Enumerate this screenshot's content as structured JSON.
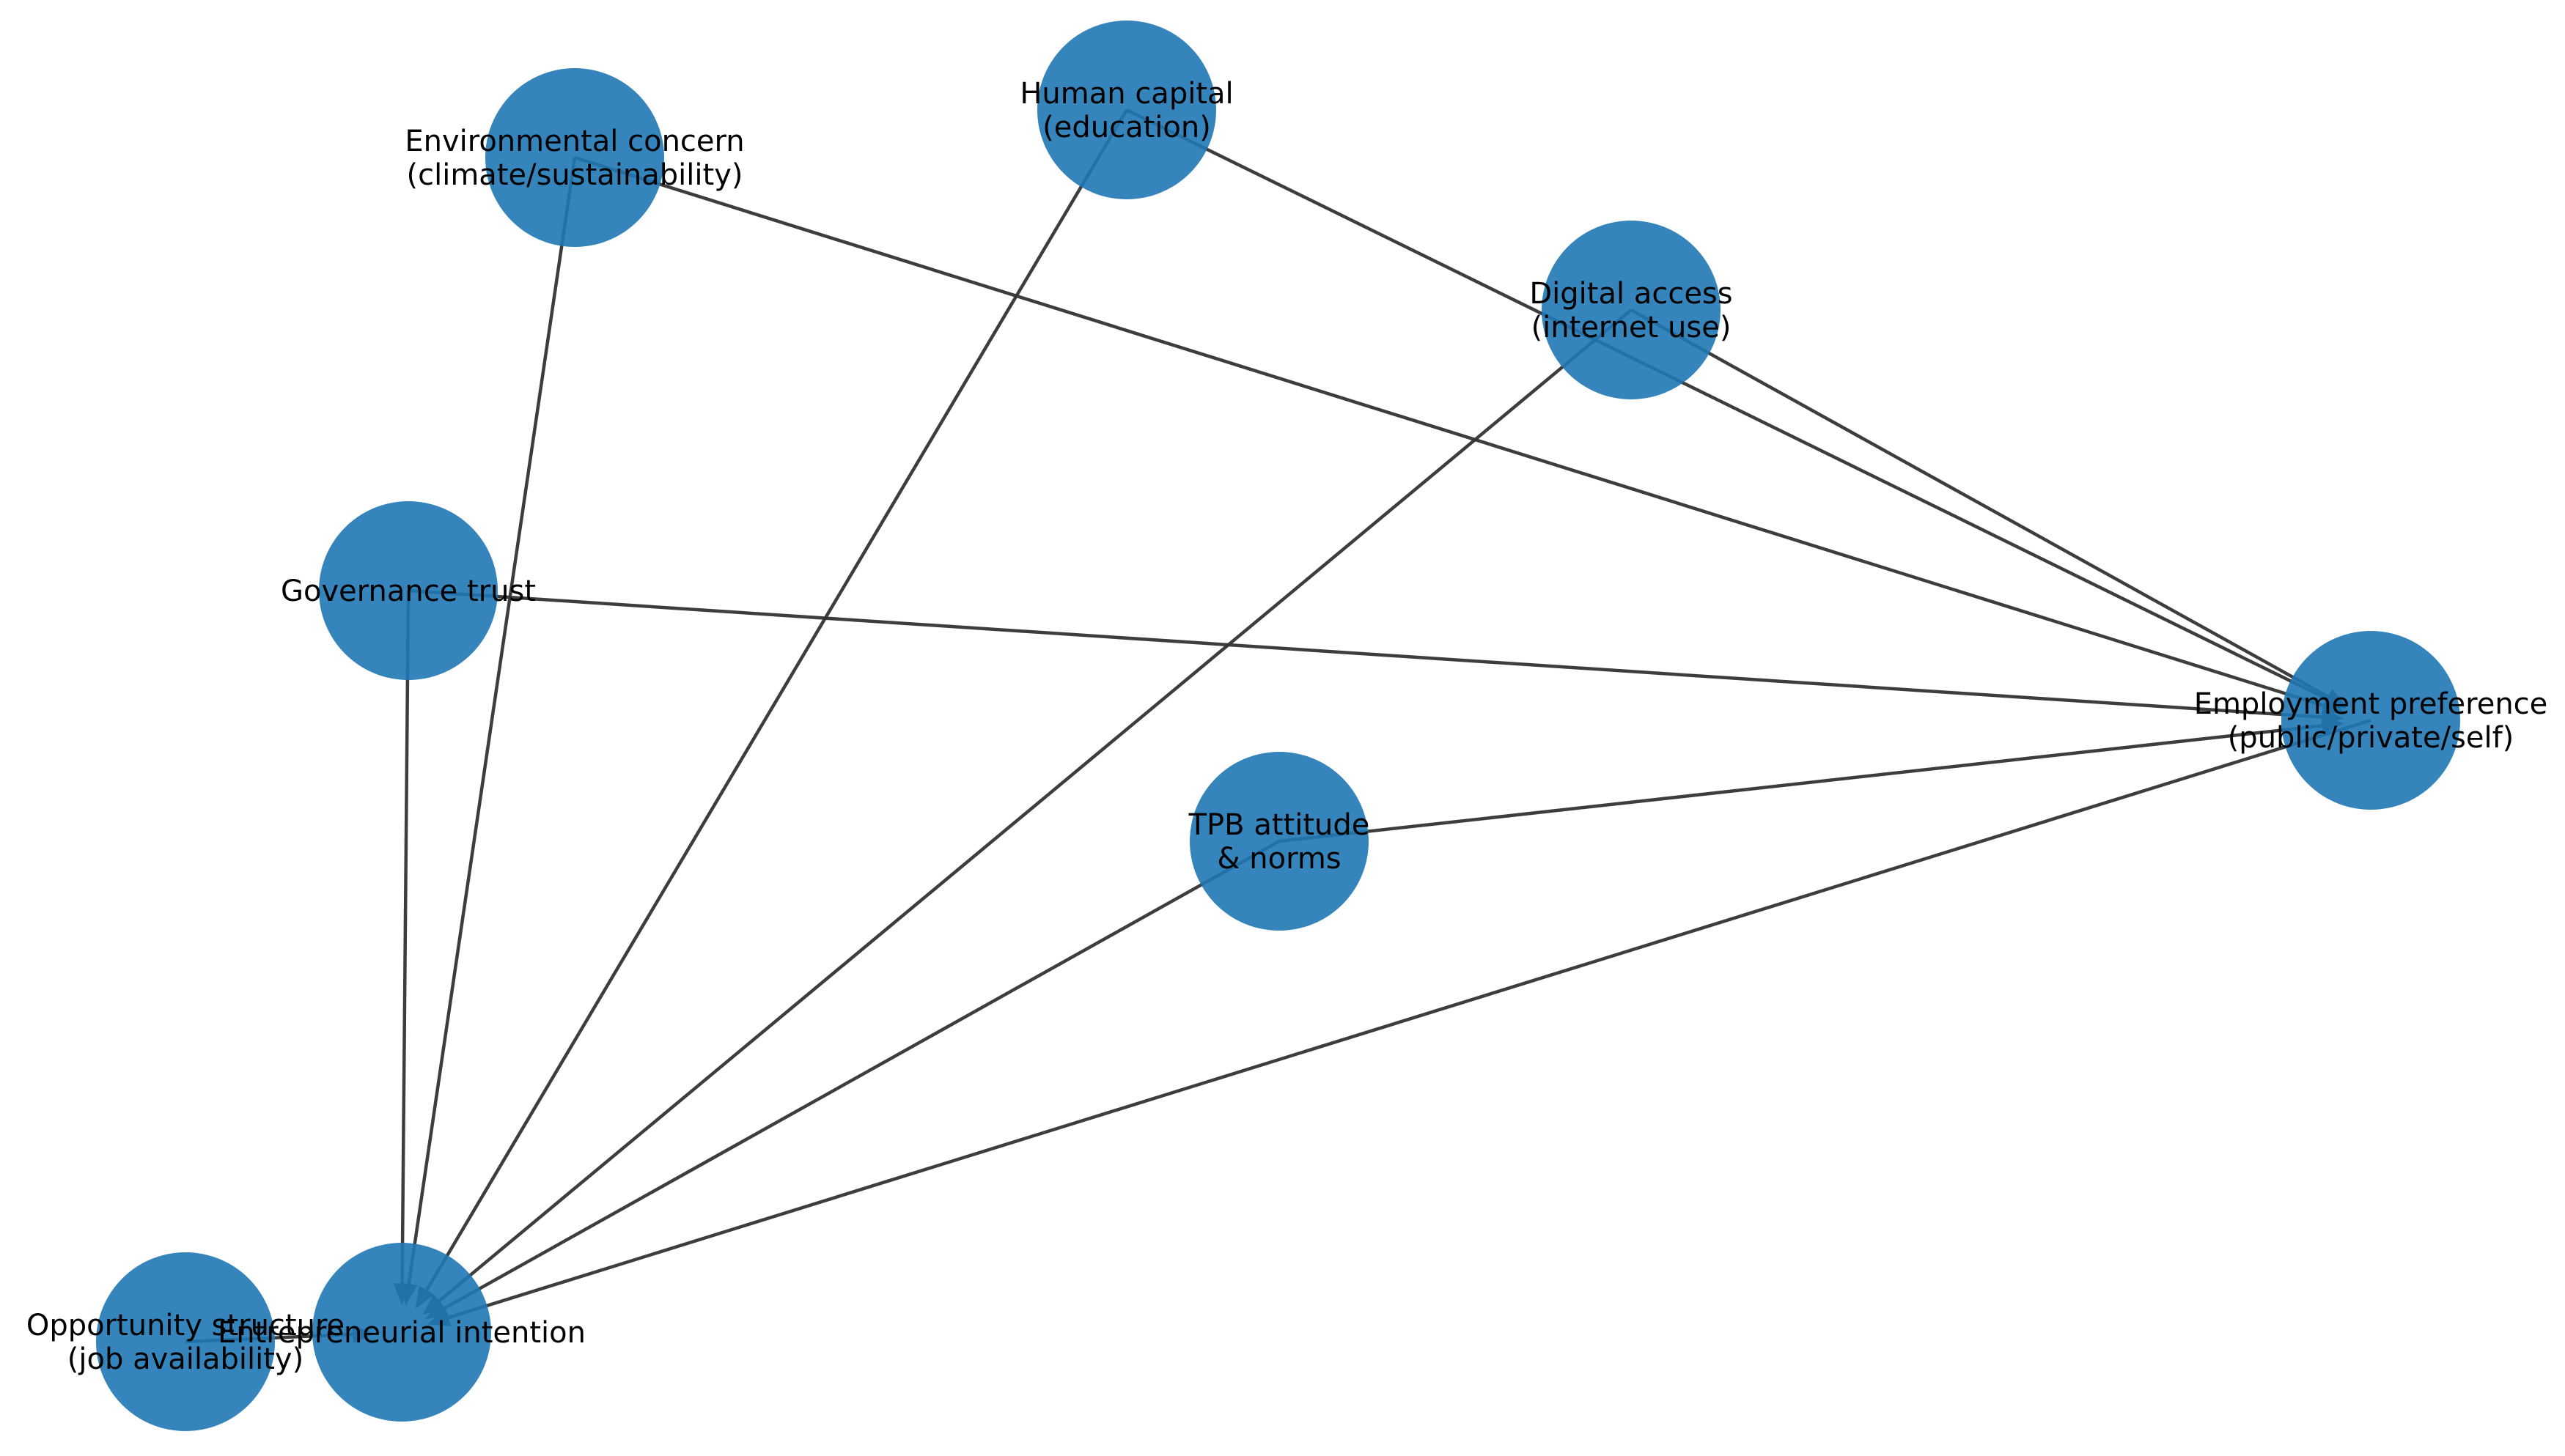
{
  "diagram": {
    "type": "directed-graph",
    "node_color": "#1f77b4",
    "edge_color": "#333333",
    "background": "#ffffff",
    "nodes": [
      {
        "id": "env",
        "name": "node-environmental-concern",
        "lines": [
          "Environmental concern",
          "(climate/sustainability)"
        ]
      },
      {
        "id": "hc",
        "name": "node-human-capital",
        "lines": [
          "Human capital",
          "(education)"
        ]
      },
      {
        "id": "dig",
        "name": "node-digital-access",
        "lines": [
          "Digital access",
          "(internet use)"
        ]
      },
      {
        "id": "gov",
        "name": "node-governance-trust",
        "lines": [
          "Governance trust"
        ]
      },
      {
        "id": "emp",
        "name": "node-employment-preference",
        "lines": [
          "Employment preference",
          "(public/private/self)"
        ]
      },
      {
        "id": "tpb",
        "name": "node-tpb-attitude",
        "lines": [
          "TPB attitude",
          "& norms"
        ]
      },
      {
        "id": "opp",
        "name": "node-opportunity-structure",
        "lines": [
          "Opportunity structure",
          "(job availability)"
        ]
      },
      {
        "id": "ei",
        "name": "node-entrepreneurial-intention",
        "lines": [
          "Entrepreneurial intention"
        ]
      }
    ],
    "edges": [
      {
        "from": "env",
        "to": "emp"
      },
      {
        "from": "env",
        "to": "ei"
      },
      {
        "from": "hc",
        "to": "emp"
      },
      {
        "from": "hc",
        "to": "ei"
      },
      {
        "from": "dig",
        "to": "emp"
      },
      {
        "from": "dig",
        "to": "ei"
      },
      {
        "from": "gov",
        "to": "emp"
      },
      {
        "from": "gov",
        "to": "ei"
      },
      {
        "from": "tpb",
        "to": "emp"
      },
      {
        "from": "tpb",
        "to": "ei"
      },
      {
        "from": "emp",
        "to": "ei"
      },
      {
        "from": "opp",
        "to": "ei"
      }
    ]
  }
}
